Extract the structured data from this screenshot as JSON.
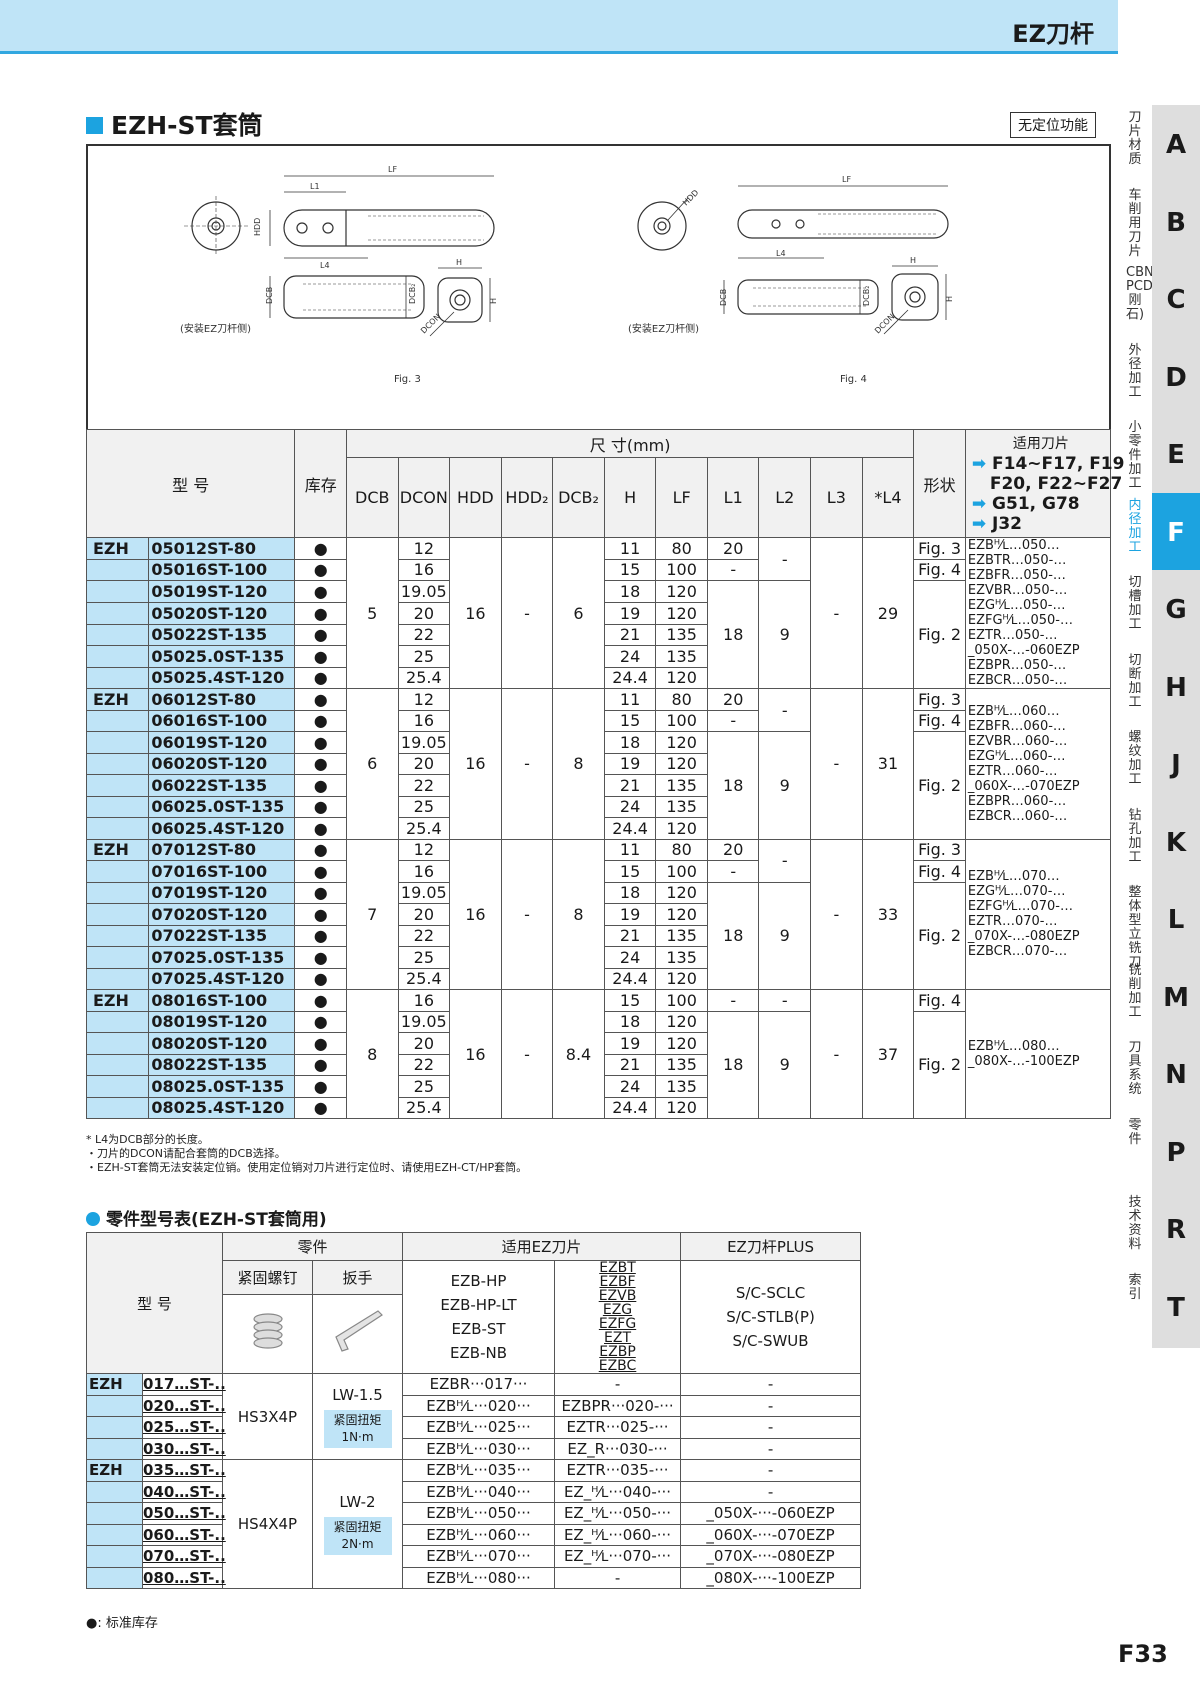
{
  "header": {
    "title": "EZ刀杆"
  },
  "side_tabs": [
    {
      "letter": "A",
      "label": "刀片材质"
    },
    {
      "letter": "B",
      "label": "车削用刀片"
    },
    {
      "letter": "C",
      "label": "CBN PCD(金刚石)"
    },
    {
      "letter": "D",
      "label": "外径加工"
    },
    {
      "letter": "E",
      "label": "小零件加工"
    },
    {
      "letter": "F",
      "label": "内径加工",
      "active": true
    },
    {
      "letter": "G",
      "label": "切槽加工"
    },
    {
      "letter": "H",
      "label": "切断加工"
    },
    {
      "letter": "J",
      "label": "螺纹加工"
    },
    {
      "letter": "K",
      "label": "钻孔加工"
    },
    {
      "letter": "L",
      "label": "整体型立铣刀"
    },
    {
      "letter": "M",
      "label": "铣削加工"
    },
    {
      "letter": "N",
      "label": "刀具系统"
    },
    {
      "letter": "P",
      "label": "零件"
    },
    {
      "letter": "R",
      "label": "技术资料"
    },
    {
      "letter": "T",
      "label": "索引"
    }
  ],
  "section": {
    "title": "EZH-ST套筒",
    "tag": "无定位功能"
  },
  "figures": {
    "fig3": "Fig. 3",
    "fig4": "Fig. 4",
    "caption": "(安装EZ刀杆侧)",
    "lf": "LF",
    "l1": "L1",
    "l4": "L4",
    "hdd": "HDD",
    "dcb": "DCB",
    "dcb2": "DCB₂",
    "h": "H",
    "dcon": "DCON"
  },
  "main_table": {
    "headers": {
      "model": "型 号",
      "stock": "库存",
      "dims": "尺 寸(mm)",
      "dcb": "DCB",
      "dcon": "DCON",
      "hdd": "HDD",
      "hdd2": "HDD₂",
      "dcb2": "DCB₂",
      "h": "H",
      "lf": "LF",
      "l1": "L1",
      "l2": "L2",
      "l3": "L3",
      "l4": "*L4",
      "shape": "形状",
      "inserts": "适用刀片",
      "ins1": "F14~F17, F19",
      "ins2": "F20, F22~F27",
      "ins3": "G51, G78",
      "ins4": "J32"
    },
    "groups": [
      {
        "prefix": "EZH",
        "dcb": "5",
        "hdd": "16",
        "hdd2": "-",
        "dcb2": "6",
        "l3": "-",
        "l4": "29",
        "rows": [
          [
            "05012ST-80",
            "12",
            "11",
            "80"
          ],
          [
            "05016ST-100",
            "16",
            "15",
            "100"
          ],
          [
            "05019ST-120",
            "19.05",
            "18",
            "120"
          ],
          [
            "05020ST-120",
            "20",
            "19",
            "120"
          ],
          [
            "05022ST-135",
            "22",
            "21",
            "135"
          ],
          [
            "05025.0ST-135",
            "25",
            "24",
            "135"
          ],
          [
            "05025.4ST-120",
            "25.4",
            "24.4",
            "120"
          ]
        ],
        "l1_top": [
          "20",
          "-"
        ],
        "l2_top": "-",
        "l1_main": "18",
        "l2_main": "9",
        "shape_top": [
          "Fig. 3",
          "Fig. 4"
        ],
        "shape_main": "Fig. 2",
        "inserts": [
          "EZBᴴ⁄ʟ…050…",
          "EZBTR…050-…",
          "EZBFR…050-…",
          "EZVBR…050-…",
          "EZGᴴ⁄ʟ…050-…",
          "EZFGᴴ⁄ʟ…050-…",
          "EZTR…050-…",
          "_050X-…-060EZP",
          "EZBPR…050-…",
          "EZBCR…050-…"
        ]
      },
      {
        "prefix": "EZH",
        "dcb": "6",
        "hdd": "16",
        "hdd2": "-",
        "dcb2": "8",
        "l3": "-",
        "l4": "31",
        "rows": [
          [
            "06012ST-80",
            "12",
            "11",
            "80"
          ],
          [
            "06016ST-100",
            "16",
            "15",
            "100"
          ],
          [
            "06019ST-120",
            "19.05",
            "18",
            "120"
          ],
          [
            "06020ST-120",
            "20",
            "19",
            "120"
          ],
          [
            "06022ST-135",
            "22",
            "21",
            "135"
          ],
          [
            "06025.0ST-135",
            "25",
            "24",
            "135"
          ],
          [
            "06025.4ST-120",
            "25.4",
            "24.4",
            "120"
          ]
        ],
        "l1_top": [
          "20",
          "-"
        ],
        "l2_top": "-",
        "l1_main": "18",
        "l2_main": "9",
        "shape_top": [
          "Fig. 3",
          "Fig. 4"
        ],
        "shape_main": "Fig. 2",
        "inserts": [
          "EZBᴴ⁄ʟ…060…",
          "EZBFR…060-…",
          "EZVBR…060-…",
          "EZGᴴ⁄ʟ…060-…",
          "EZTR…060-…",
          "_060X-…-070EZP",
          "EZBPR…060-…",
          "EZBCR…060-…"
        ]
      },
      {
        "prefix": "EZH",
        "dcb": "7",
        "hdd": "16",
        "hdd2": "-",
        "dcb2": "8",
        "l3": "-",
        "l4": "33",
        "rows": [
          [
            "07012ST-80",
            "12",
            "11",
            "80"
          ],
          [
            "07016ST-100",
            "16",
            "15",
            "100"
          ],
          [
            "07019ST-120",
            "19.05",
            "18",
            "120"
          ],
          [
            "07020ST-120",
            "20",
            "19",
            "120"
          ],
          [
            "07022ST-135",
            "22",
            "21",
            "135"
          ],
          [
            "07025.0ST-135",
            "25",
            "24",
            "135"
          ],
          [
            "07025.4ST-120",
            "25.4",
            "24.4",
            "120"
          ]
        ],
        "l1_top": [
          "20",
          "-"
        ],
        "l2_top": "-",
        "l1_main": "18",
        "l2_main": "9",
        "shape_top": [
          "Fig. 3",
          "Fig. 4"
        ],
        "shape_main": "Fig. 2",
        "inserts": [
          "EZBᴴ⁄ʟ…070…",
          "EZGᴴ⁄ʟ…070-…",
          "EZFGᴴ⁄ʟ…070-…",
          "EZTR…070-…",
          "_070X-…-080EZP",
          "EZBCR…070-…"
        ]
      },
      {
        "prefix": "EZH",
        "dcb": "8",
        "hdd": "16",
        "hdd2": "-",
        "dcb2": "8.4",
        "l3": "-",
        "l4": "37",
        "rows": [
          [
            "08016ST-100",
            "16",
            "15",
            "100"
          ],
          [
            "08019ST-120",
            "19.05",
            "18",
            "120"
          ],
          [
            "08020ST-120",
            "20",
            "19",
            "120"
          ],
          [
            "08022ST-135",
            "22",
            "21",
            "135"
          ],
          [
            "08025.0ST-135",
            "25",
            "24",
            "135"
          ],
          [
            "08025.4ST-120",
            "25.4",
            "24.4",
            "120"
          ]
        ],
        "l1_top": [
          "-"
        ],
        "l2_top": "-",
        "l1_main": "18",
        "l2_main": "9",
        "shape_top": [
          "Fig. 4"
        ],
        "shape_main": "Fig. 2",
        "inserts": [
          "EZBᴴ⁄ʟ…080…",
          "_080X-…-100EZP"
        ]
      }
    ]
  },
  "notes": [
    "* L4为DCB部分的长度。",
    "・刀片的DCON请配合套筒的DCB选择。",
    "・EZH-ST套筒无法安装定位销。使用定位销对刀片进行定位时、请使用EZH-CT/HP套筒。"
  ],
  "parts": {
    "title": "零件型号表(EZH-ST套筒用)",
    "headers": {
      "model": "型 号",
      "parts": "零件",
      "screw": "紧固螺钉",
      "wrench": "扳手",
      "inserts": "适用EZ刀片",
      "plus": "EZ刀杆PLUS"
    },
    "insA": [
      "EZB-HP",
      "EZB-HP-LT",
      "EZB-ST",
      "EZB-NB"
    ],
    "insB": [
      "EZBT",
      "EZBF",
      "EZVB",
      "EZG",
      "EZFG",
      "EZT",
      "EZBP",
      "EZBC"
    ],
    "plusHead": [
      "S/C-SCLC",
      "S/C-STLB(P)",
      "S/C-SWUB"
    ],
    "groups": [
      {
        "prefix": "EZH",
        "screw": "HS3X4P",
        "wrench": "LW-1.5",
        "torque_label": "紧固扭矩",
        "torque": "1N·m",
        "rows": [
          [
            "017…ST-..",
            "EZBR···017···",
            "-",
            "-"
          ],
          [
            "020…ST-..",
            "EZBᴴ⁄ʟ···020···",
            "EZBPR···020-···",
            "-"
          ],
          [
            "025…ST-..",
            "EZBᴴ⁄ʟ···025···",
            "EZTR···025-···",
            "-"
          ],
          [
            "030…ST-..",
            "EZBᴴ⁄ʟ···030···",
            "EZ_R···030-···",
            "-"
          ]
        ]
      },
      {
        "prefix": "EZH",
        "screw": "HS4X4P",
        "wrench": "LW-2",
        "torque_label": "紧固扭矩",
        "torque": "2N·m",
        "rows": [
          [
            "035…ST-..",
            "EZBᴴ⁄ʟ···035···",
            "EZTR···035-···",
            "-"
          ],
          [
            "040…ST-..",
            "EZBᴴ⁄ʟ···040···",
            "EZ_ᴴ⁄ʟ···040-···",
            "-"
          ],
          [
            "050…ST-..",
            "EZBᴴ⁄ʟ···050···",
            "EZ_ᴴ⁄ʟ···050-···",
            "_050X-···-060EZP"
          ],
          [
            "060…ST-..",
            "EZBᴴ⁄ʟ···060···",
            "EZ_ᴴ⁄ʟ···060-···",
            "_060X-···-070EZP"
          ],
          [
            "070…ST-..",
            "EZBᴴ⁄ʟ···070···",
            "EZ_ᴴ⁄ʟ···070-···",
            "_070X-···-080EZP"
          ],
          [
            "080…ST-..",
            "EZBᴴ⁄ʟ···080···",
            "-",
            "_080X-···-100EZP"
          ]
        ]
      }
    ]
  },
  "legend": "●: 标准库存",
  "page_number": "F33",
  "colors": {
    "accent": "#1ca3e0",
    "light": "#bfe4f7",
    "tab": "#dedede"
  }
}
